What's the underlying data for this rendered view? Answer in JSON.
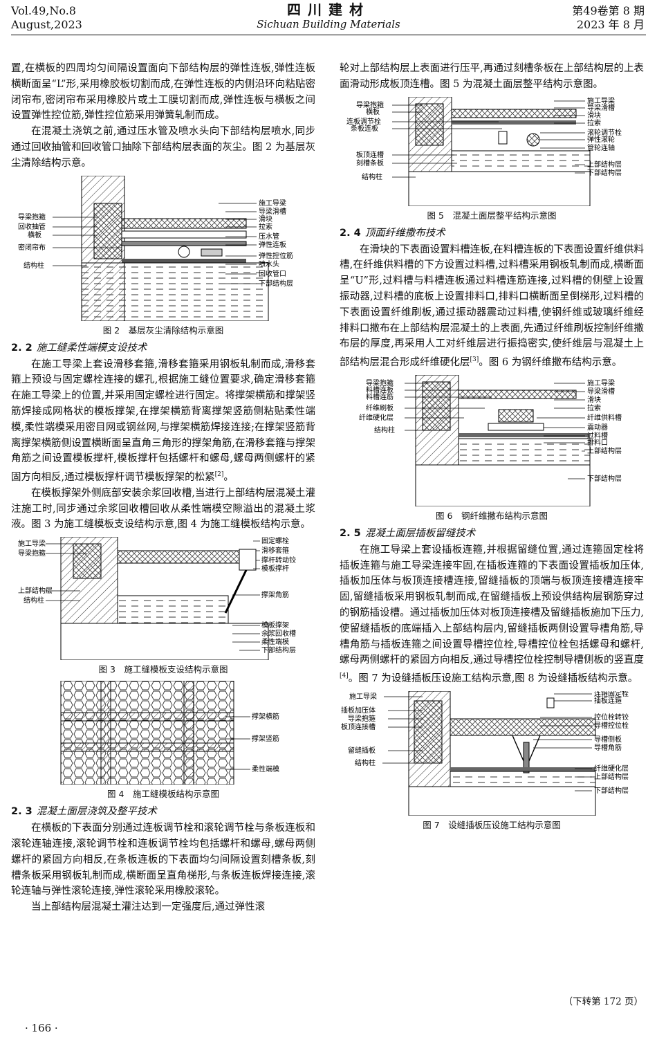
{
  "header": {
    "vol": "Vol.49,No.8",
    "date": "August,2023",
    "journal_cn": "四川建材",
    "journal_en": "Sichuan Building Materials",
    "issue_cn": "第49卷第 8 期",
    "date_cn": "2023 年 8 月"
  },
  "left": {
    "p1": "置,在横板的四周均匀间隔设置面向下部结构层的弹性连板,弹性连板横断面呈“L”形,采用橡胶板切割而成,在弹性连板的内侧沿环向粘贴密闭帘布,密闭帘布采用橡胶片或土工膜切割而成,弹性连板与横板之间设置弹性控位筋,弹性控位筋采用弹簧轧制而成。",
    "p2": "在混凝土浇筑之前,通过压水管及喷水头向下部结构层喷水,同步通过回收抽管和回收管口抽除下部结构层表面的灰尘。图 2 为基层灰尘清除结构示意。",
    "fig2": {
      "caption": "图 2　基层灰尘清除结构示意图",
      "labels_left": [
        "导梁抱箍",
        "回收抽管",
        "横板",
        "密闭帘布",
        "结构柱"
      ],
      "labels_right": [
        "施工导梁",
        "导梁滑槽",
        "滑块",
        "拉索",
        "压水管",
        "弹性连板",
        "弹性控位筋",
        "喷水头",
        "回收管口",
        "下部结构层"
      ]
    },
    "s22_num": "2. 2",
    "s22_title": "施工缝柔性端模支设技术",
    "p3": "在施工导梁上套设滑移套箍,滑移套箍采用钢板轧制而成,滑移套箍上预设与固定螺栓连接的螺孔,根据施工缝位置要求,确定滑移套箍在施工导梁上的位置,并采用固定螺栓进行固定。将撑架横筋和撑架竖筋焊接成网格状的模板撑架,在撑架横筋背离撑架竖筋侧粘贴柔性端模,柔性端模采用密目网或钢丝网,与撑架横筋焊接连接;在撑架竖筋背离撑架横筋侧设置横断面呈直角三角形的撑架角筋,在滑移套箍与撑架角筋之间设置模板撑杆,模板撑杆包括螺杆和螺母,螺母两侧螺杆的紧固方向相反,通过模板撑杆调节模板撑架的松紧",
    "p3_ref": "[2]",
    "p3_end": "。",
    "p4": "在模板撑架外侧底部安装余浆回收槽,当进行上部结构层混凝土灌注施工时,同步通过余浆回收槽回收从柔性端模空隙溢出的混凝土浆液。图 3 为施工缝模板支设结构示意,图 4 为施工缝模板结构示意。",
    "fig3": {
      "caption": "图 3　施工缝模板支设结构示意图",
      "labels_left": [
        "施工导梁",
        "导梁抱箍",
        "上部结构层",
        "结构柱"
      ],
      "labels_right": [
        "固定螺栓",
        "滑移套箍",
        "撑杆转动铰",
        "模板撑杆",
        "撑架角筋",
        "模板撑架",
        "余浆回收槽",
        "柔性端模",
        "下部结构层"
      ]
    },
    "fig4": {
      "caption": "图 4　施工缝模板结构示意图",
      "labels_right": [
        "撑架横筋",
        "撑架竖筋",
        "柔性端模"
      ]
    },
    "s23_num": "2. 3",
    "s23_title": "混凝土面层浇筑及整平技术",
    "p5": "在横板的下表面分别通过连板调节栓和滚轮调节栓与条板连板和滚轮连轴连接,滚轮调节栓和连板调节栓均包括螺杆和螺母,螺母两侧螺杆的紧固方向相反,在条板连板的下表面均匀间隔设置刻槽条板,刻槽条板采用钢板轧制而成,横断面呈直角梯形,与条板连板焊接连接,滚轮连轴与弹性滚轮连接,弹性滚轮采用橡胶滚轮。",
    "p6": "当上部结构层混凝土灌注达到一定强度后,通过弹性滚"
  },
  "right": {
    "p1": "轮对上部结构层上表面进行压平,再通过刻槽条板在上部结构层的上表面滑动形成板顶连槽。图 5 为混凝土面层整平结构示意图。",
    "fig5": {
      "caption": "图 5　混凝土面层整平结构示意图",
      "labels_left": [
        "导梁抱箍",
        "横板",
        "连板调节栓",
        "条板连板",
        "板顶连槽",
        "刻槽条板",
        "结构柱"
      ],
      "labels_right": [
        "施工导梁",
        "导梁滑槽",
        "滑块",
        "拉索",
        "滚轮调节栓",
        "弹性滚轮",
        "管轮连轴",
        "上部结构层",
        "下部结构层"
      ]
    },
    "s24_num": "2. 4",
    "s24_title": "顶面纤维撒布技术",
    "p2": "在滑块的下表面设置料槽连板,在料槽连板的下表面设置纤维供料槽,在纤维供料槽的下方设置过料槽,过料槽采用钢板轧制而成,横断面呈“U”形,过料槽与料槽连板通过料槽连筋连接,过料槽的侧壁上设置振动器,过料槽的底板上设置排料口,排料口横断面呈倒梯形,过料槽的下表面设置纤维刷板,通过振动器震动过料槽,使钢纤维或玻璃纤维经排料口撒布在上部结构层混凝土的上表面,先通过纤维刷板控制纤维撒布层的厚度,再采用人工对纤维层进行振捣密实,使纤维层与混凝土上部结构层混合形成纤维硬化层",
    "p2_ref": "[3]",
    "p2_end": "。图 6 为钢纤维撒布结构示意。",
    "fig6": {
      "caption": "图 6　钢纤维撒布结构示意图",
      "labels_left": [
        "导梁抱箍",
        "料槽连板",
        "料槽连筋",
        "纤维刷板",
        "纤维硬化层",
        "结构柱"
      ],
      "labels_right": [
        "施工导梁",
        "导梁滑槽",
        "滑块",
        "拉索",
        "纤维供料槽",
        "震动器",
        "过料槽",
        "排料口",
        "上部结构层",
        "下部结构层"
      ]
    },
    "s25_num": "2. 5",
    "s25_title": "混凝土面层插板留缝技术",
    "p3": "在施工导梁上套设插板连箍,并根据留缝位置,通过连箍固定栓将插板连箍与施工导梁连接牢固,在插板连箍的下表面设置插板加压体,插板加压体与板顶连接槽连接,留缝插板的顶端与板顶连接槽连接牢固,留缝插板采用钢板轧制而成,在留缝插板上预设供结构层钢筋穿过的钢筋插设槽。通过插板加压体对板顶连接槽及留缝插板施加下压力,使留缝插板的底端插入上部结构层内,留缝插板两侧设置导槽角筋,导槽角筋与插板连箍之间设置导槽控位栓,导槽控位栓包括螺母和螺杆,螺母两侧螺杆的紧固方向相反,通过导槽控位栓控制导槽侧板的竖直度",
    "p3_ref": "[4]",
    "p3_end": "。图 7 为设缝插板压设施工结构示意,图 8 为设缝插板结构示意。",
    "fig7": {
      "caption": "图 7　设缝插板压设施工结构示意图",
      "labels_left": [
        "施工导梁",
        "插板加压体",
        "导梁抱箍",
        "板顶连接槽",
        "留缝插板",
        "结构柱"
      ],
      "labels_right": [
        "连箍固定栓",
        "插板连箍",
        "控位栓转铰",
        "导槽控位栓",
        "导槽侧板",
        "导槽角筋",
        "纤维硬化层",
        "上部结构层",
        "下部结构层"
      ]
    }
  },
  "footer": {
    "continued": "（下转第 172 页）",
    "page": "· 166 ·"
  }
}
